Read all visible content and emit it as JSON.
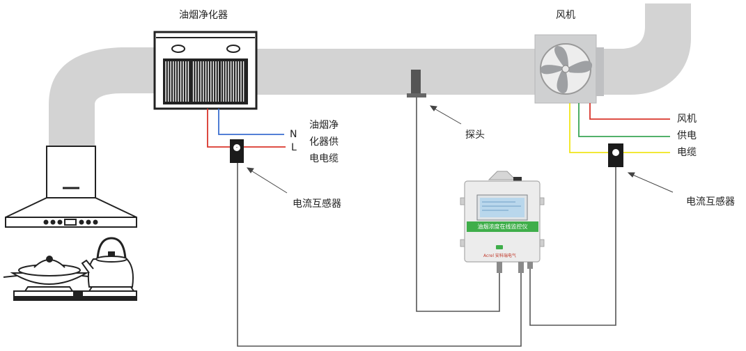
{
  "labels": {
    "purifier": "油烟净化器",
    "fan": "风机",
    "n": "N",
    "l": "L",
    "purifier_supply_1": "油烟净",
    "purifier_supply_2": "化器供",
    "purifier_supply_3": "电电缆",
    "probe": "探头",
    "ct_left": "电流互感器",
    "ct_right": "电流互感器",
    "fan_supply_1": "风机",
    "fan_supply_2": "供电",
    "fan_supply_3": "电缆"
  },
  "monitor": {
    "title": "油烟浓度在线监控仪",
    "brand": "Acrel 安科瑞电气"
  },
  "colors": {
    "duct": "#d3d3d3",
    "wire_red": "#d9352b",
    "wire_blue": "#3b6fd0",
    "wire_green": "#3aa655",
    "wire_yellow": "#f0e51a",
    "signal_wire": "#555555",
    "monitor_accent": "#3fae4a"
  }
}
